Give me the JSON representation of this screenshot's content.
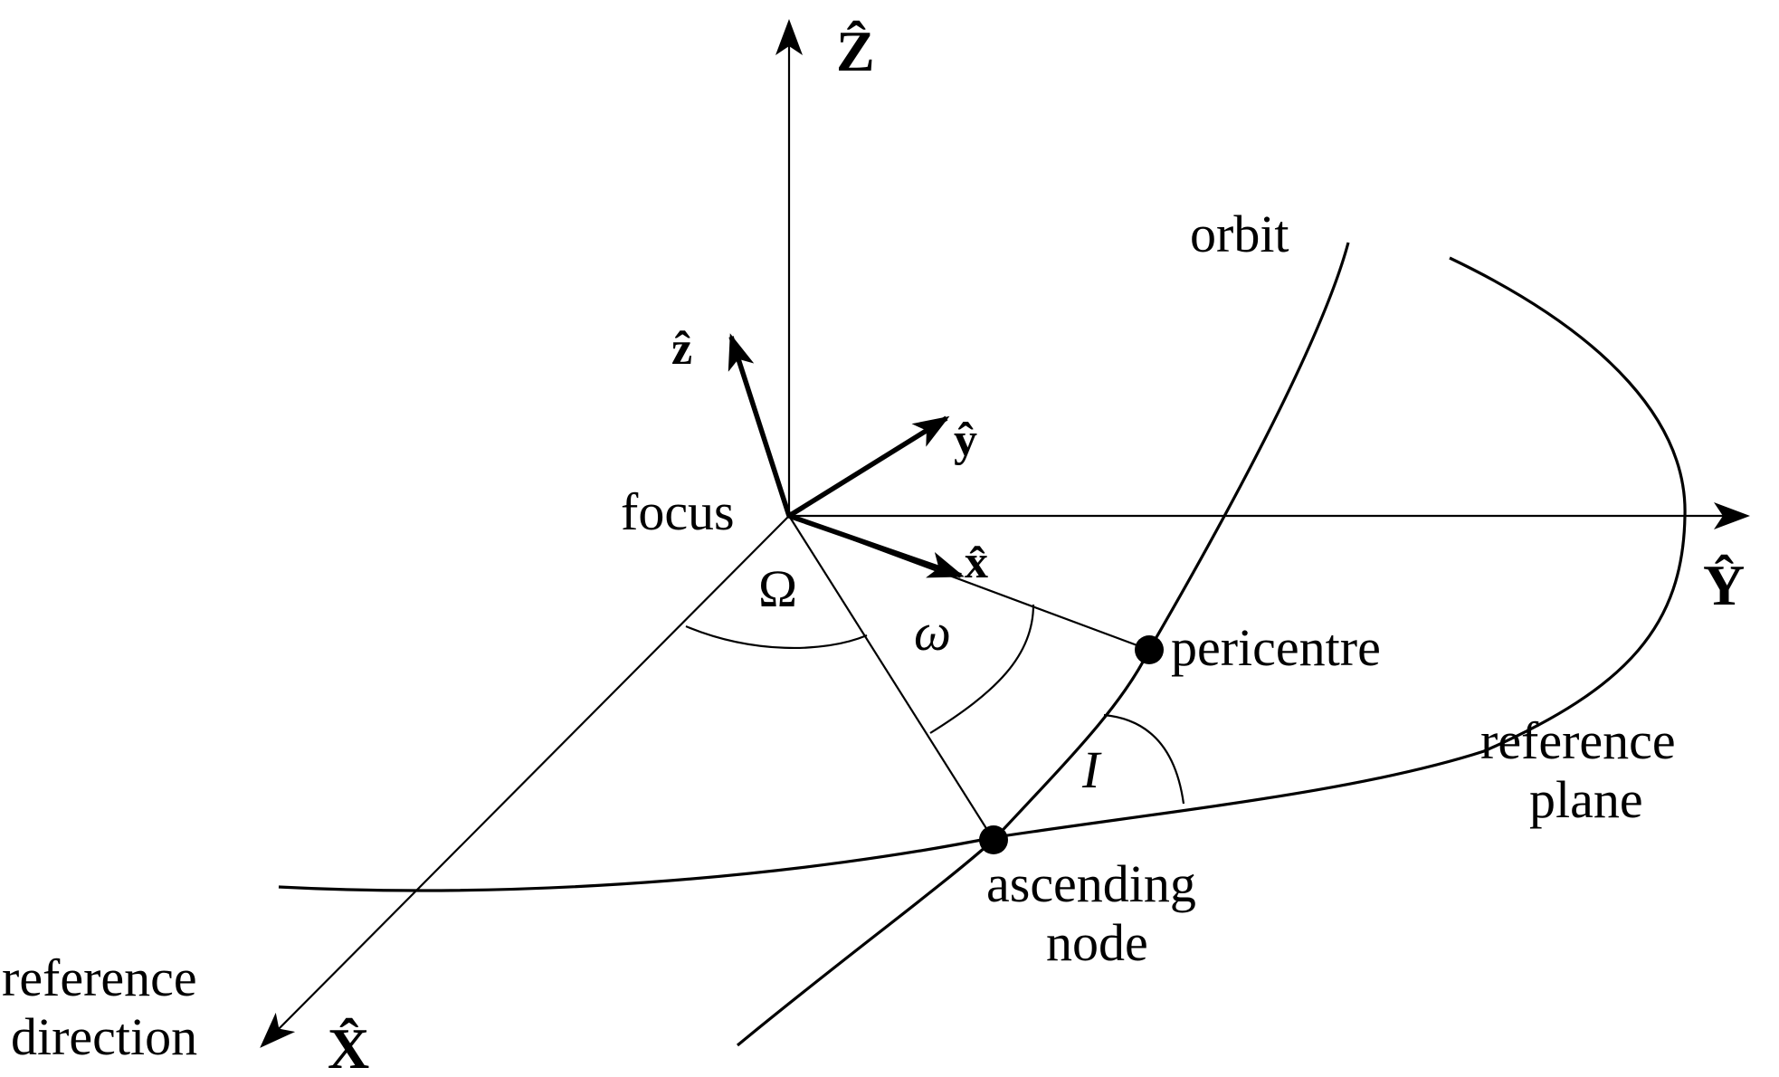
{
  "labels": {
    "Z": "Ẑ",
    "Y": "Ŷ",
    "X": "X̂",
    "z": "ẑ",
    "y": "ŷ",
    "x": "x̂",
    "orbit": "orbit",
    "focus": "focus",
    "Omega": "Ω",
    "omega": "ω",
    "I": "I",
    "pericentre": "pericentre",
    "reference_plane": [
      "reference",
      "plane"
    ],
    "ascending_node": [
      "ascending",
      "node"
    ],
    "reference_direction": [
      "reference",
      "direction"
    ]
  }
}
